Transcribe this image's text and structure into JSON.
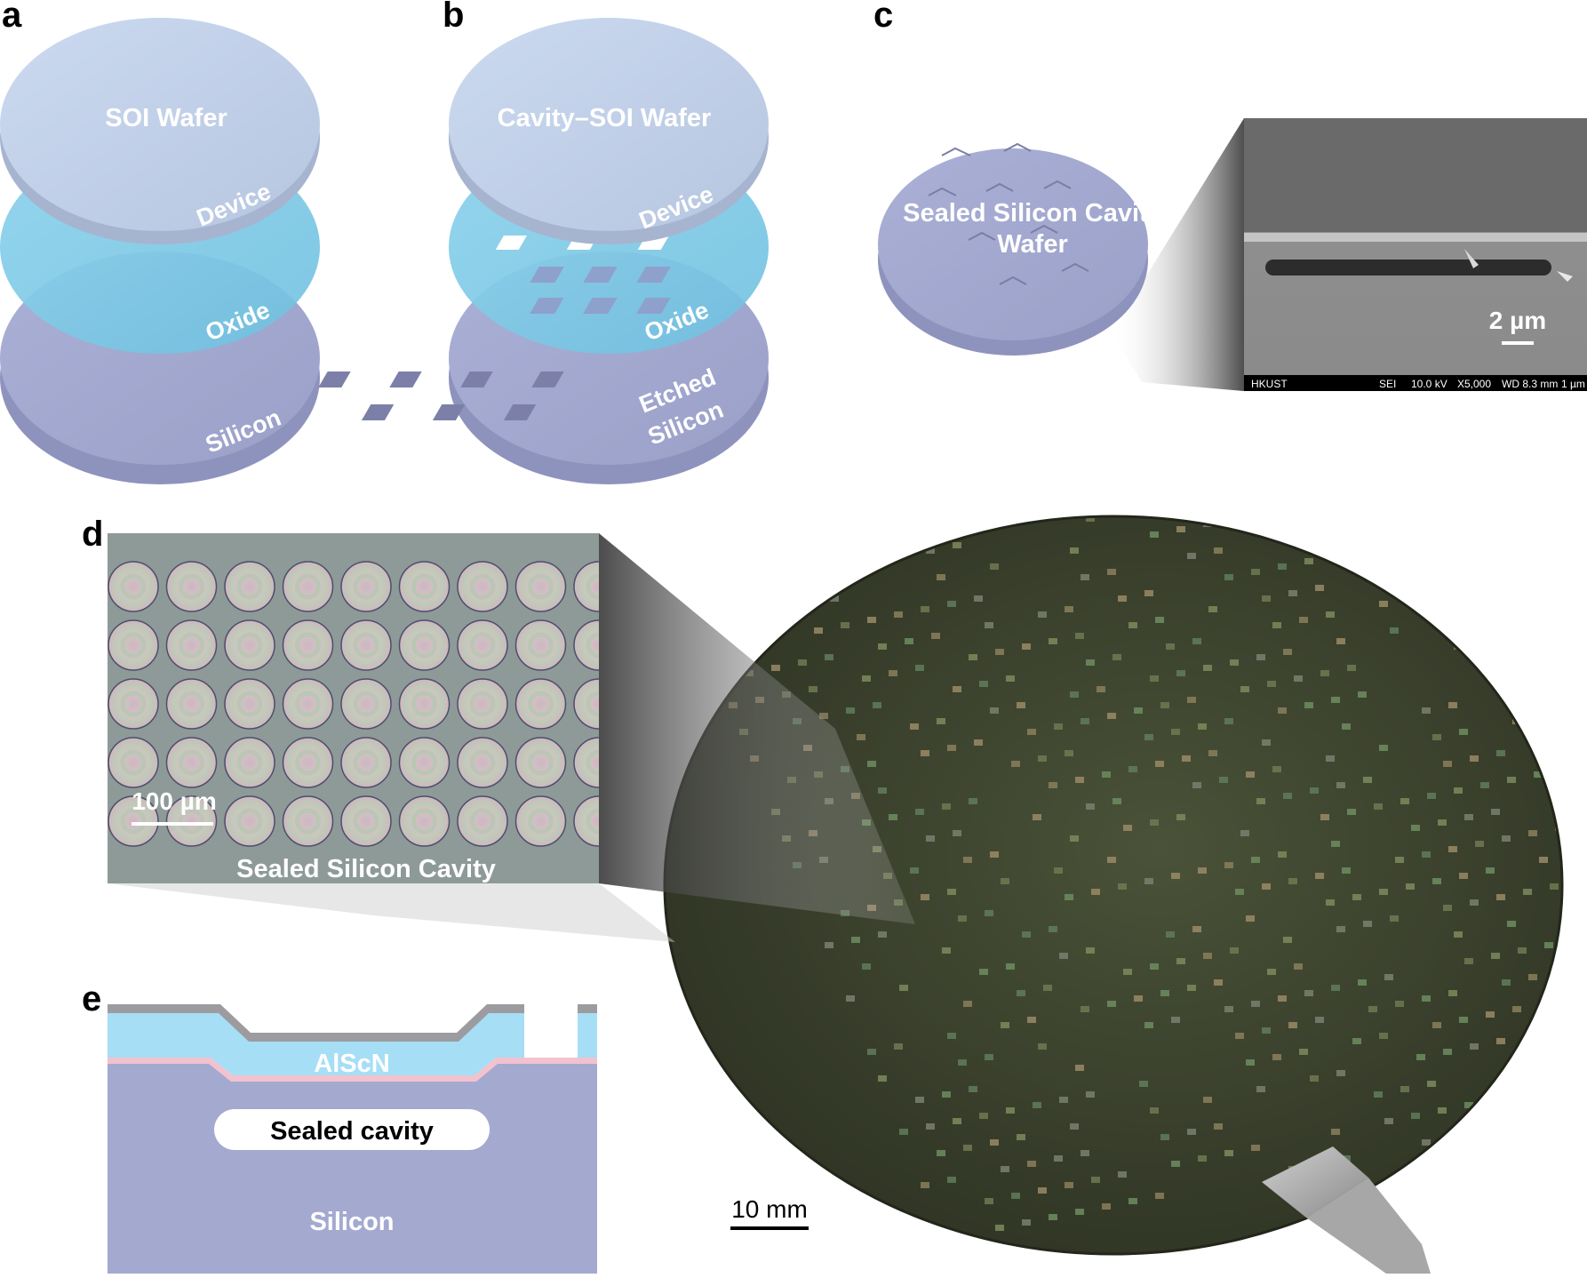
{
  "panels": {
    "a": {
      "letter": "a",
      "title": "SOI Wafer",
      "layers": [
        "Device",
        "Oxide",
        "Silicon"
      ]
    },
    "b": {
      "letter": "b",
      "title": "Cavity–SOI Wafer",
      "layers": [
        "Device",
        "Oxide",
        "Etched",
        "Silicon"
      ]
    },
    "c": {
      "letter": "c",
      "title_line1": "Sealed Silicon Cavity",
      "title_line2": "Wafer",
      "sem_scale": "2 µm",
      "sem_info": {
        "org": "HKUST",
        "detector": "SEI",
        "voltage": "10.0 kV",
        "mag": "X5,000",
        "wd": "WD 8.3 mm",
        "bar": "1 µm"
      }
    },
    "d": {
      "letter": "d",
      "caption": "Sealed Silicon Cavity",
      "micro_scale": "100 µm",
      "wafer_scale": "10 mm"
    },
    "e": {
      "letter": "e",
      "layers": [
        "AlScN",
        "Sealed cavity",
        "Silicon"
      ]
    }
  },
  "colors": {
    "device": "#c3d3ea",
    "oxide": "#7ccbe6",
    "silicon": "#a4a9d0",
    "aln": "#a6def5",
    "pink": "#f2c2cf",
    "metal": "#9c9ca0",
    "wafer_photo": "#3d432e"
  }
}
